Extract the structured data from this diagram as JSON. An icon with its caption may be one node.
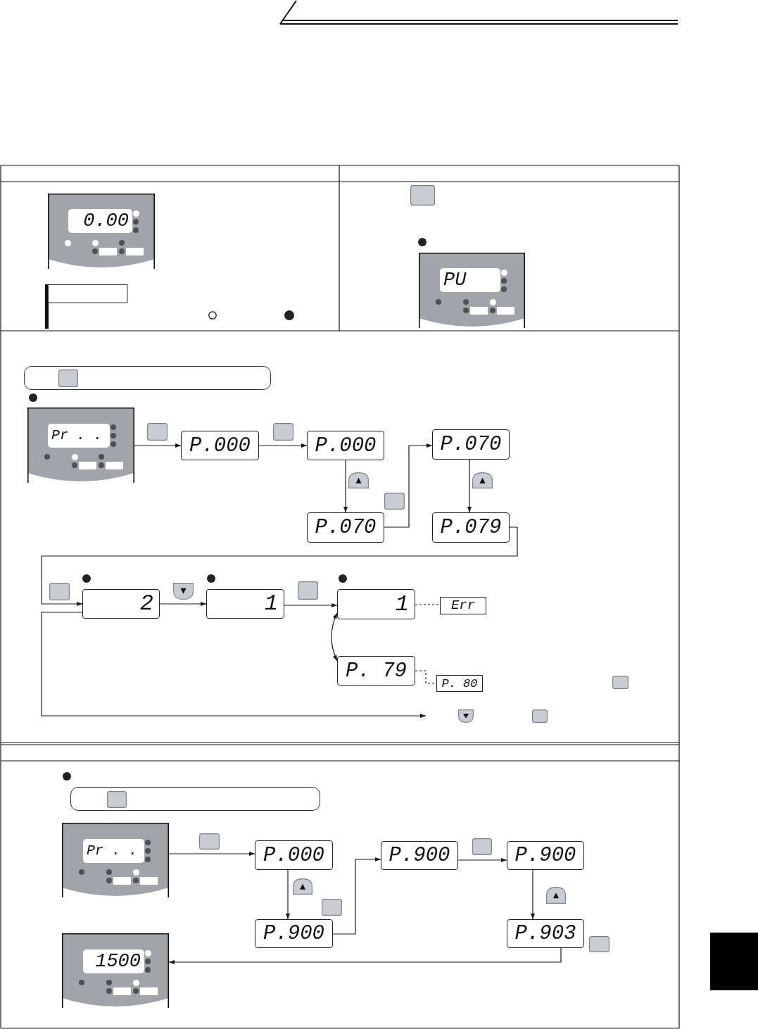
{
  "diagram": {
    "nodes": [
      {
        "text": [
          "0.00"
        ]
      },
      {
        "text": [
          "PU"
        ]
      },
      {
        "text": [
          "Pr . ."
        ]
      },
      {
        "text": [
          "P.000"
        ]
      },
      {
        "text": [
          "P.000"
        ]
      },
      {
        "text": [
          "P.070"
        ]
      },
      {
        "text": [
          "P.070"
        ]
      },
      {
        "text": [
          "P.079"
        ]
      },
      {
        "text": [
          "2"
        ]
      },
      {
        "text": [
          "1"
        ]
      },
      {
        "text": [
          "1"
        ]
      },
      {
        "text": [
          "Err"
        ]
      },
      {
        "text": [
          "P. 79"
        ]
      },
      {
        "text": [
          "P. 80"
        ]
      },
      {
        "text": [
          "Pr . ."
        ]
      },
      {
        "text": [
          "P.000"
        ]
      },
      {
        "text": [
          "P.900"
        ]
      },
      {
        "text": [
          "P.900"
        ]
      },
      {
        "text": [
          "P.900"
        ]
      },
      {
        "text": [
          "P.903"
        ]
      },
      {
        "text": [
          "1500"
        ]
      },
      {
        "text": [],
        "shape": "box"
      }
    ],
    "edges": [
      {
        "from": 2,
        "to": 3,
        "arrow": "to"
      },
      {
        "from": 3,
        "to": 4,
        "arrow": "to"
      },
      {
        "from": 4,
        "to": 5,
        "arrow": "to"
      },
      {
        "from": 5,
        "to": 6,
        "arrow": "to"
      },
      {
        "from": 6,
        "to": 7,
        "arrow": "to"
      },
      {
        "from": 7,
        "to": 8,
        "arrow": "to"
      },
      {
        "from": 8,
        "to": 9,
        "arrow": "to"
      },
      {
        "from": 9,
        "to": 10,
        "arrow": "to"
      },
      {
        "from": 10,
        "to": 12,
        "arrow": "both"
      },
      {
        "from": 10,
        "to": 11,
        "arrow": "none",
        "style": "dashed"
      },
      {
        "from": 12,
        "to": 13,
        "arrow": "none",
        "style": "dashed"
      },
      {
        "from": 8,
        "to": null,
        "arrow": "to"
      },
      {
        "from": 14,
        "to": 15,
        "arrow": "to"
      },
      {
        "from": 15,
        "to": 16,
        "arrow": "to"
      },
      {
        "from": 16,
        "to": 17,
        "arrow": "to"
      },
      {
        "from": 17,
        "to": 18,
        "arrow": "to"
      },
      {
        "from": 18,
        "to": 19,
        "arrow": "to"
      },
      {
        "from": 19,
        "to": 20,
        "arrow": "to"
      }
    ]
  }
}
